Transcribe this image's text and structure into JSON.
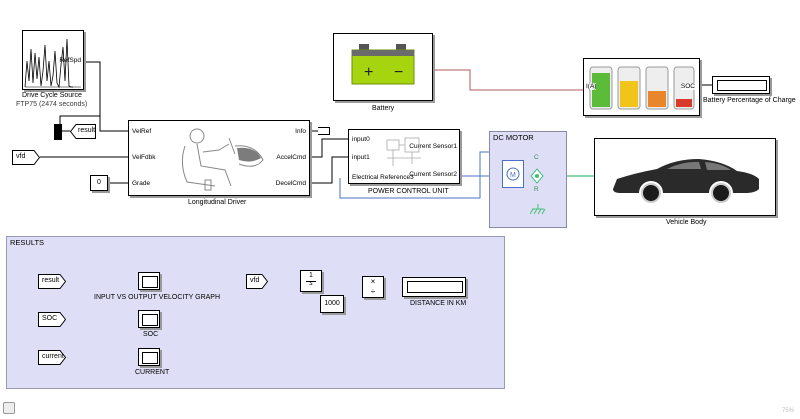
{
  "drive_cycle": {
    "out_port": "RefSpd",
    "title": "Drive Cycle Source",
    "subtitle_a": "FTP75",
    "subtitle_b": "(2474  seconds)"
  },
  "goto_result": "result",
  "vfd_source": "vfd",
  "constant_zero": "0",
  "driver": {
    "inputs": [
      "VelRef",
      "VelFdbk",
      "Grade"
    ],
    "outputs": [
      "Info",
      "AccelCmd",
      "DecelCmd"
    ],
    "title": "Longitudinal Driver"
  },
  "battery": {
    "title": "Battery",
    "plus": "+",
    "minus": "−"
  },
  "pcu": {
    "in0": "input0",
    "in1": "input1",
    "sensor1": "Current Sensor1",
    "sensor2": "Current Sensor2",
    "eref": "Electrical Reference3",
    "title": "POWER CONTROL UNIT"
  },
  "battery_gauge": {
    "left_port": "I(A)",
    "right_port": "SOC",
    "display_label": "Battery Percentage of Charge",
    "bar_colors": [
      "#5dbb3a",
      "#f0c419",
      "#e8862b",
      "#d93a2b"
    ]
  },
  "dc_motor": {
    "title": "DC MOTOR",
    "port_c": "C",
    "port_r": "R"
  },
  "vehicle": {
    "title": "Vehicle Body"
  },
  "results": {
    "title": "RESULTS",
    "from_result": "result",
    "from_soc": "SOC",
    "from_current": "current",
    "from_vfd": "vfd",
    "scope1": "INPUT VS OUTPUT VELOCITY GRAPH",
    "scope2": "SOC",
    "scope3": "CURRENT",
    "int_num": "1",
    "int_den": "s",
    "gain": "1000",
    "prod_times": "×",
    "prod_div": "÷",
    "display_label": "DISTANCE IN KM"
  },
  "status_right": "75%"
}
